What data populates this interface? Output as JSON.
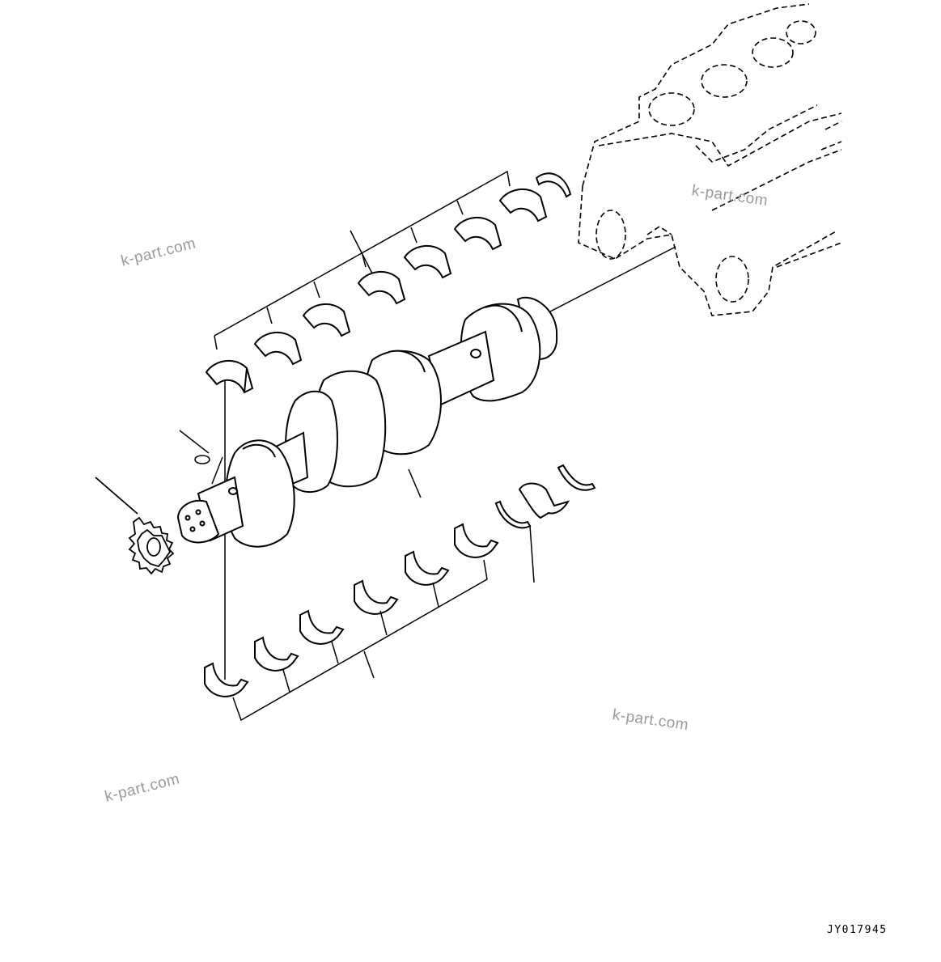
{
  "drawing": {
    "figure_code": "JY017945",
    "line_color": "#000000",
    "watermark_color": "#9a9a9a"
  },
  "watermarks": [
    "k-part.com",
    "k-part.com",
    "k-part.com",
    "k-part.com"
  ],
  "parts": {
    "upper_main_bearings": 8,
    "lower_main_bearings": 6,
    "thrust_washers": 3
  }
}
